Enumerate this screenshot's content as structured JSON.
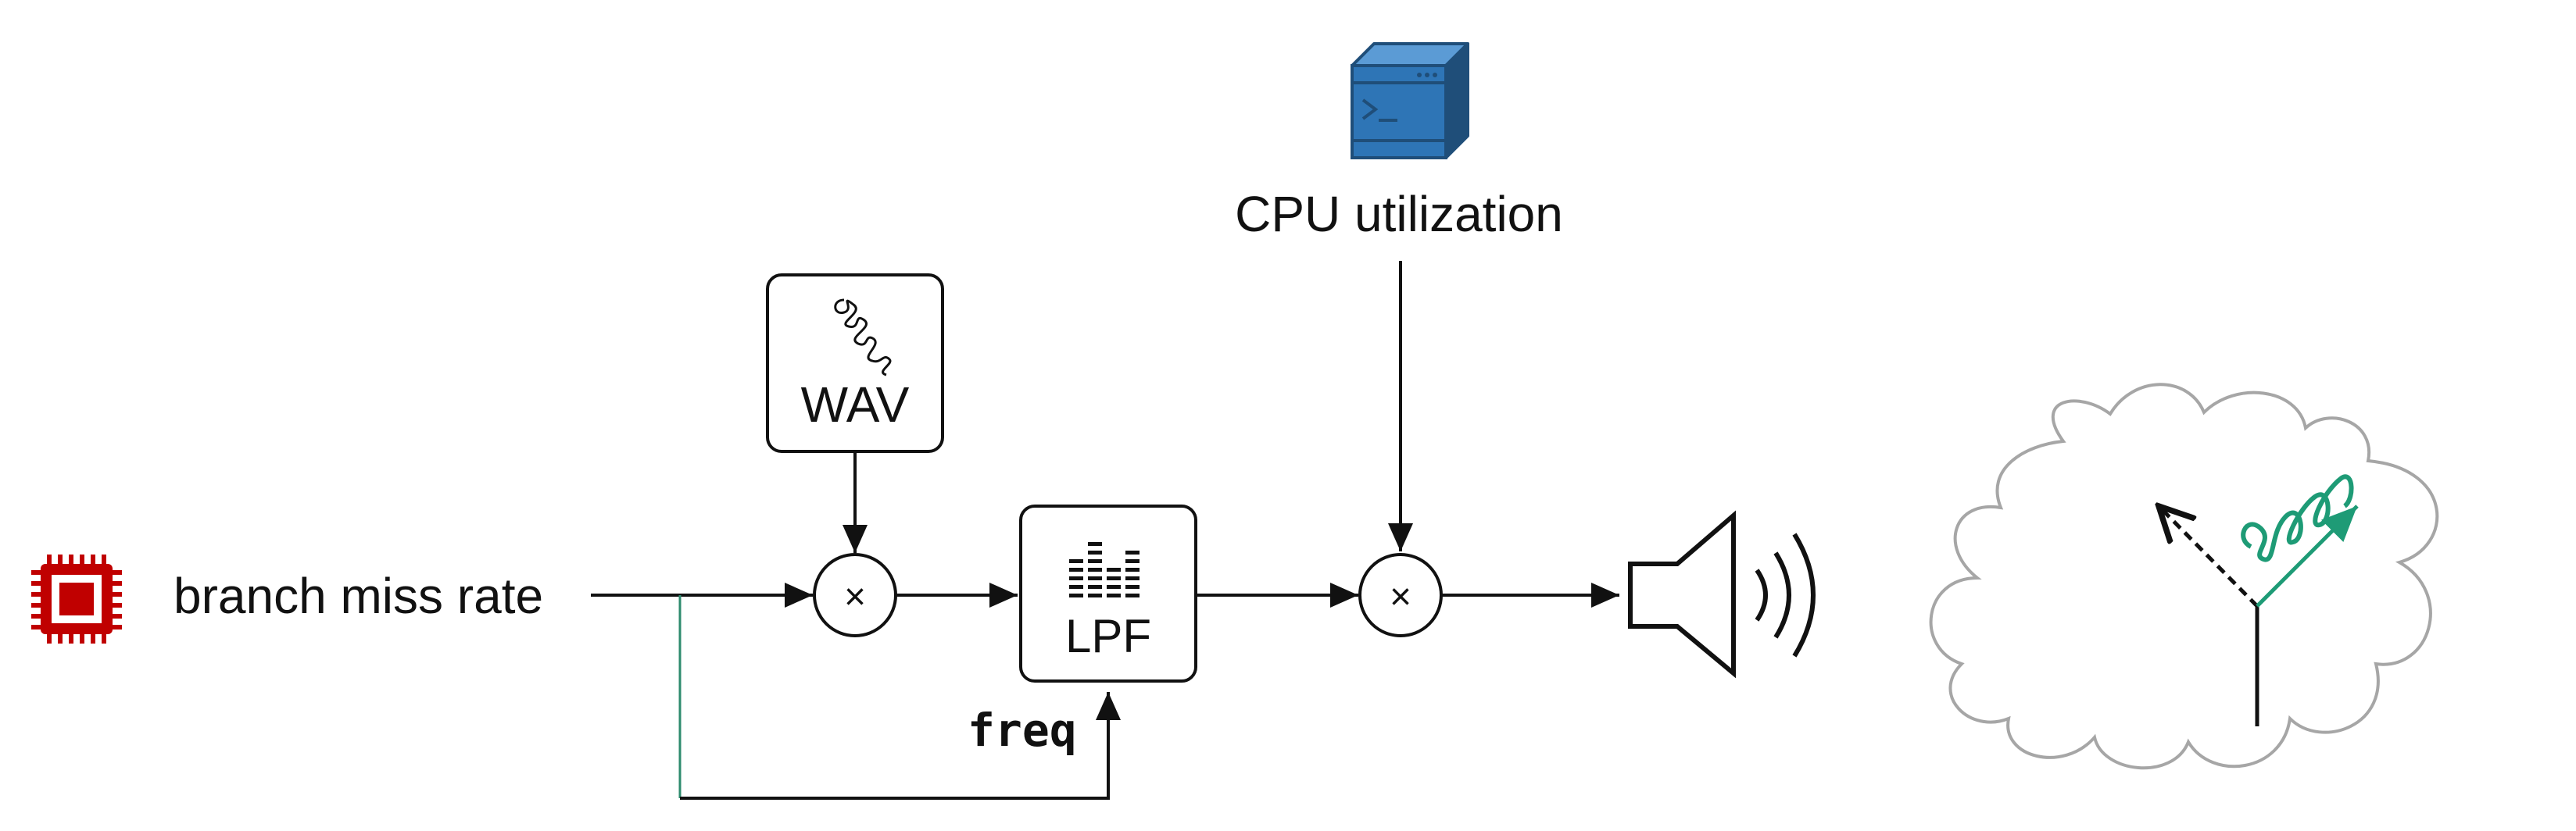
{
  "labels": {
    "branch_miss_rate": "branch miss rate",
    "cpu_utilization": "CPU utilization",
    "wav": "WAV",
    "lpf": "LPF",
    "freq": "freq",
    "multiply_symbol": "×"
  },
  "icons": {
    "chip": "cpu-chip-icon",
    "terminal": "server-terminal-icon",
    "waveform": "squiggle-waveform-icon",
    "equalizer": "equalizer-bars-icon",
    "speaker": "speaker-icon",
    "cloud": "cloud-icon"
  },
  "colors": {
    "chip_red": "#c00000",
    "terminal_blue": "#2e75b6",
    "terminal_dark": "#1f4e79",
    "feedback_green": "#2e8b6e",
    "accent_teal": "#1e9b76",
    "cloud_gray": "#a6a6a6",
    "ink": "#111111"
  }
}
